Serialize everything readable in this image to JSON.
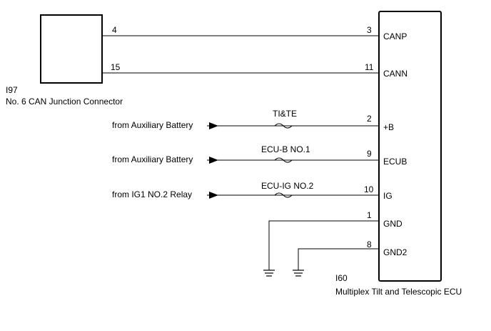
{
  "junction_connector": {
    "code": "I97",
    "name": "No. 6 CAN Junction Connector",
    "pins": [
      "4",
      "15"
    ]
  },
  "ecu": {
    "code": "I60",
    "name": "Multiplex Tilt and Telescopic ECU",
    "terminals": [
      {
        "pin": "3",
        "label": "CANP"
      },
      {
        "pin": "11",
        "label": "CANN"
      },
      {
        "pin": "2",
        "label": "+B"
      },
      {
        "pin": "9",
        "label": "ECUB"
      },
      {
        "pin": "10",
        "label": "IG"
      },
      {
        "pin": "1",
        "label": "GND"
      },
      {
        "pin": "8",
        "label": "GND2"
      }
    ]
  },
  "power_sources": [
    {
      "from": "from Auxiliary Battery",
      "fuse": "TI&TE"
    },
    {
      "from": "from Auxiliary Battery",
      "fuse": "ECU-B NO.1"
    },
    {
      "from": "from IG1 NO.2 Relay",
      "fuse": "ECU-IG NO.2"
    }
  ]
}
